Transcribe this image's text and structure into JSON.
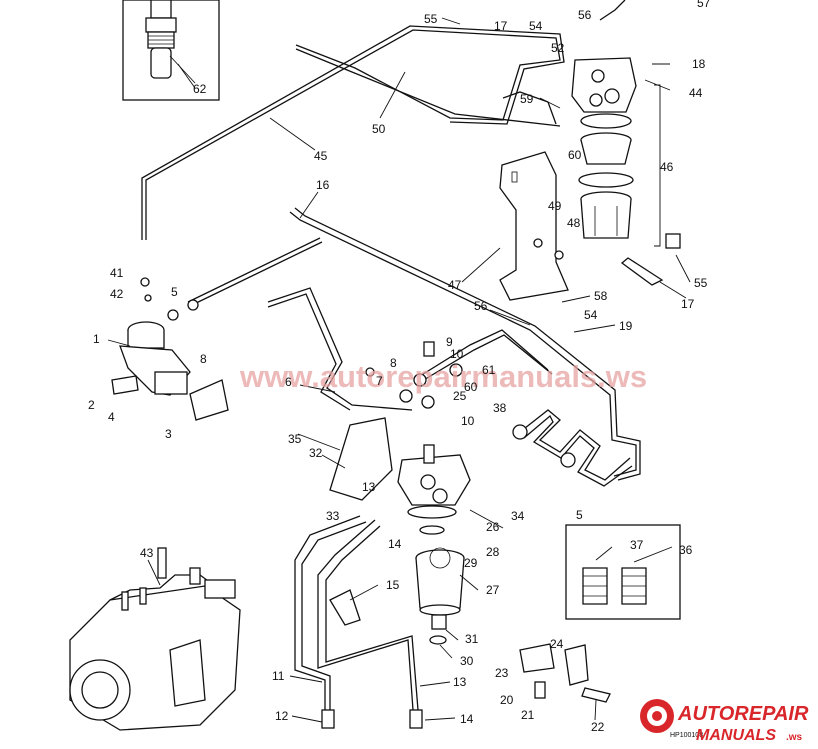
{
  "callouts": [
    {
      "id": "c62",
      "text": "62"
    },
    {
      "id": "c55a",
      "text": "55"
    },
    {
      "id": "c17a",
      "text": "17"
    },
    {
      "id": "c54a",
      "text": "54"
    },
    {
      "id": "c56a",
      "text": "56"
    },
    {
      "id": "c57",
      "text": "57"
    },
    {
      "id": "c52",
      "text": "52"
    },
    {
      "id": "c18",
      "text": "18"
    },
    {
      "id": "c44",
      "text": "44"
    },
    {
      "id": "c59",
      "text": "59"
    },
    {
      "id": "c50",
      "text": "50"
    },
    {
      "id": "c60a",
      "text": "60"
    },
    {
      "id": "c46",
      "text": "46"
    },
    {
      "id": "c45",
      "text": "45"
    },
    {
      "id": "c16",
      "text": "16"
    },
    {
      "id": "c49",
      "text": "49"
    },
    {
      "id": "c48",
      "text": "48"
    },
    {
      "id": "c55b",
      "text": "55"
    },
    {
      "id": "c47",
      "text": "47"
    },
    {
      "id": "c17b",
      "text": "17"
    },
    {
      "id": "c41",
      "text": "41"
    },
    {
      "id": "c42",
      "text": "42"
    },
    {
      "id": "c5a",
      "text": "5"
    },
    {
      "id": "c58",
      "text": "58"
    },
    {
      "id": "c56b",
      "text": "56"
    },
    {
      "id": "c54b",
      "text": "54"
    },
    {
      "id": "c19",
      "text": "19"
    },
    {
      "id": "c1",
      "text": "1"
    },
    {
      "id": "c9",
      "text": "9"
    },
    {
      "id": "c10a",
      "text": "10"
    },
    {
      "id": "c8a",
      "text": "8"
    },
    {
      "id": "c8b",
      "text": "8"
    },
    {
      "id": "c61",
      "text": "61"
    },
    {
      "id": "c6",
      "text": "6"
    },
    {
      "id": "c7",
      "text": "7"
    },
    {
      "id": "c60b",
      "text": "60"
    },
    {
      "id": "c25",
      "text": "25"
    },
    {
      "id": "c2",
      "text": "2"
    },
    {
      "id": "c4",
      "text": "4"
    },
    {
      "id": "c10b",
      "text": "10"
    },
    {
      "id": "c38",
      "text": "38"
    },
    {
      "id": "c3",
      "text": "3"
    },
    {
      "id": "c35",
      "text": "35"
    },
    {
      "id": "c32",
      "text": "32"
    },
    {
      "id": "c13a",
      "text": "13"
    },
    {
      "id": "c5b",
      "text": "5"
    },
    {
      "id": "c33",
      "text": "33"
    },
    {
      "id": "c34",
      "text": "34"
    },
    {
      "id": "c26",
      "text": "26"
    },
    {
      "id": "c14a",
      "text": "14"
    },
    {
      "id": "c28",
      "text": "28"
    },
    {
      "id": "c29",
      "text": "29"
    },
    {
      "id": "c37",
      "text": "37"
    },
    {
      "id": "c36",
      "text": "36"
    },
    {
      "id": "c43",
      "text": "43"
    },
    {
      "id": "c27",
      "text": "27"
    },
    {
      "id": "c15",
      "text": "15"
    },
    {
      "id": "c31",
      "text": "31"
    },
    {
      "id": "c30",
      "text": "30"
    },
    {
      "id": "c24",
      "text": "24"
    },
    {
      "id": "c23",
      "text": "23"
    },
    {
      "id": "c11",
      "text": "11"
    },
    {
      "id": "c13b",
      "text": "13"
    },
    {
      "id": "c20",
      "text": "20"
    },
    {
      "id": "c12",
      "text": "12"
    },
    {
      "id": "c14b",
      "text": "14"
    },
    {
      "id": "c21",
      "text": "21"
    },
    {
      "id": "c22",
      "text": "22"
    }
  ],
  "watermark": "www.autorepairmanuals.ws",
  "drawing_code": "HP100108",
  "logo": {
    "line1": "AUTOREPAIR",
    "line2": "MANUALS",
    "line3": ".ws"
  }
}
